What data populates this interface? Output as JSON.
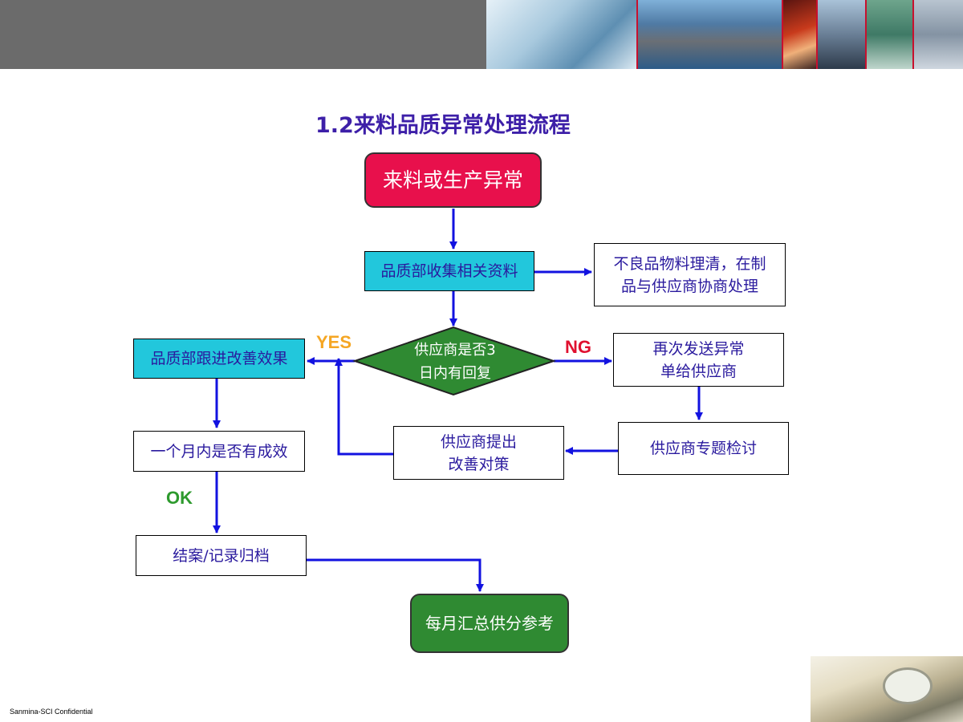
{
  "title": "1.2来料品质异常处理流程",
  "nodes": {
    "start": "来料或生产异常",
    "collect": "品质部收集相关资料",
    "sort_line1": "不良品物料理清，在制",
    "sort_line2": "品与供应商协商处理",
    "decision_line1": "供应商是否3",
    "decision_line2": "日内有回复",
    "track": "品质部跟进改善效果",
    "resend_line1": "再次发送异常",
    "resend_line2": "单给供应商",
    "review": "供应商专题检讨",
    "countermeasure_line1": "供应商提出",
    "countermeasure_line2": "改善对策",
    "effective": "一个月内是否有成效",
    "close": "结案/记录归档",
    "summary": "每月汇总供分参考"
  },
  "labels": {
    "yes": "YES",
    "ng": "NG",
    "ok": "OK"
  },
  "footer": "Sanmina-SCI Confidential",
  "colors": {
    "title": "#3d1fa8",
    "arrow": "#1212e0",
    "start_fill": "#e8104c",
    "cyan_fill": "#22c7dc",
    "green_fill": "#2f8a32",
    "yes": "#f5a623",
    "ng": "#e0102f",
    "ok": "#2e9a2e"
  }
}
